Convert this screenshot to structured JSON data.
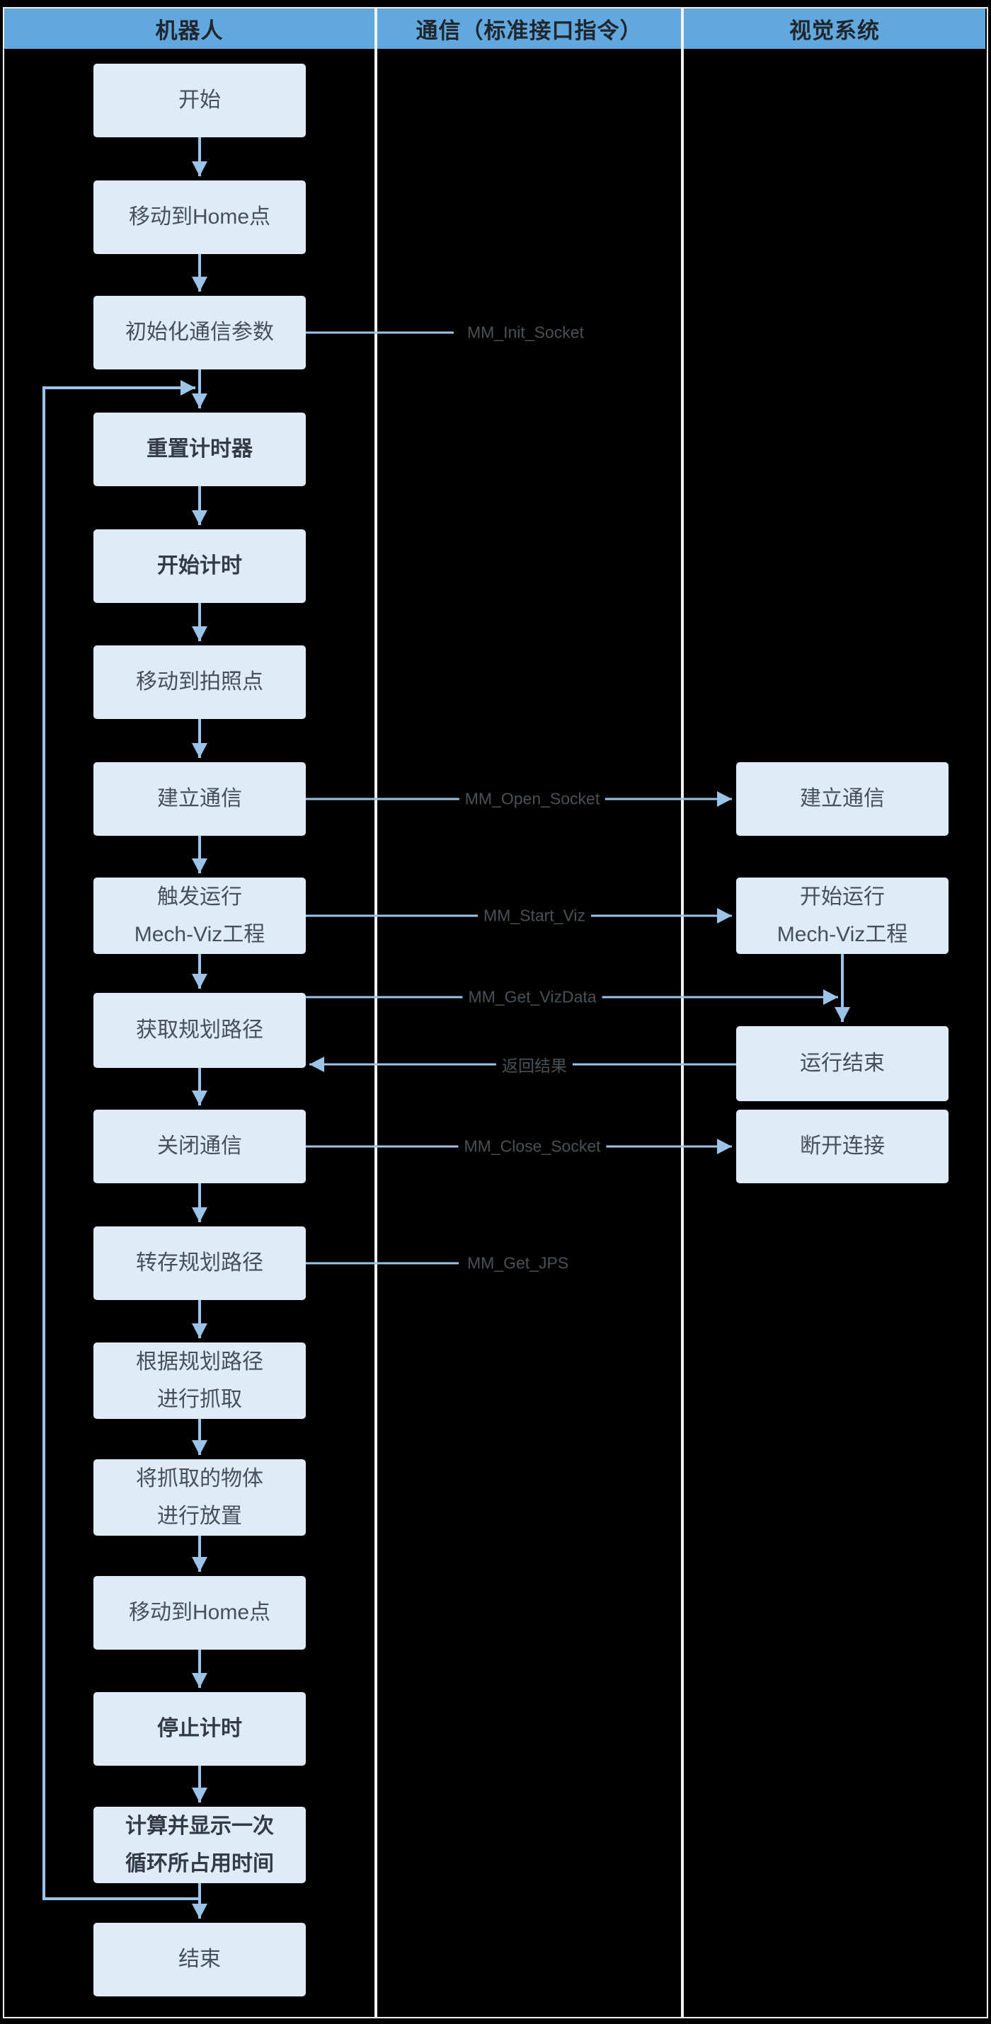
{
  "header": {
    "columns": [
      {
        "label": "机器人"
      },
      {
        "label": "通信（标准接口指令）"
      },
      {
        "label": "视觉系统"
      }
    ]
  },
  "robot_flow": [
    {
      "line1": "开始"
    },
    {
      "line1": "移动到Home点"
    },
    {
      "line1": "初始化通信参数"
    },
    {
      "line1": "重置计时器",
      "bold": true
    },
    {
      "line1": "开始计时",
      "bold": true
    },
    {
      "line1": "移动到拍照点"
    },
    {
      "line1": "建立通信"
    },
    {
      "line1": "触发运行",
      "line2": "Mech-Viz工程"
    },
    {
      "line1": "获取规划路径"
    },
    {
      "line1": "关闭通信"
    },
    {
      "line1": "转存规划路径"
    },
    {
      "line1": "根据规划路径",
      "line2": "进行抓取"
    },
    {
      "line1": "将抓取的物体",
      "line2": "进行放置"
    },
    {
      "line1": "移动到Home点"
    },
    {
      "line1": "停止计时",
      "bold": true
    },
    {
      "line1": "计算并显示一次",
      "line2": "循环所占用时间",
      "bold": true
    },
    {
      "line1": "结束"
    }
  ],
  "vision_flow": [
    {
      "line1": "建立通信"
    },
    {
      "line1": "开始运行",
      "line2": "Mech-Viz工程"
    },
    {
      "line1": "运行结束"
    },
    {
      "line1": "断开连接"
    }
  ],
  "messages": [
    {
      "label": "MM_Init_Socket"
    },
    {
      "label": "MM_Open_Socket"
    },
    {
      "label": "MM_Start_Viz"
    },
    {
      "label": "MM_Get_VizData"
    },
    {
      "label": "返回结果"
    },
    {
      "label": "MM_Close_Socket"
    },
    {
      "label": "MM_Get_JPS"
    }
  ],
  "colors": {
    "background": "#000000",
    "frame": "#F2F2F2",
    "header_bg": "#61A8DE",
    "header_text": "#20262C",
    "box_bg": "#DFEBF7",
    "box_text": "#475059",
    "box_text_bold": "#333A43",
    "wire": "#9CC3E8",
    "message_text": "#4A5054"
  }
}
